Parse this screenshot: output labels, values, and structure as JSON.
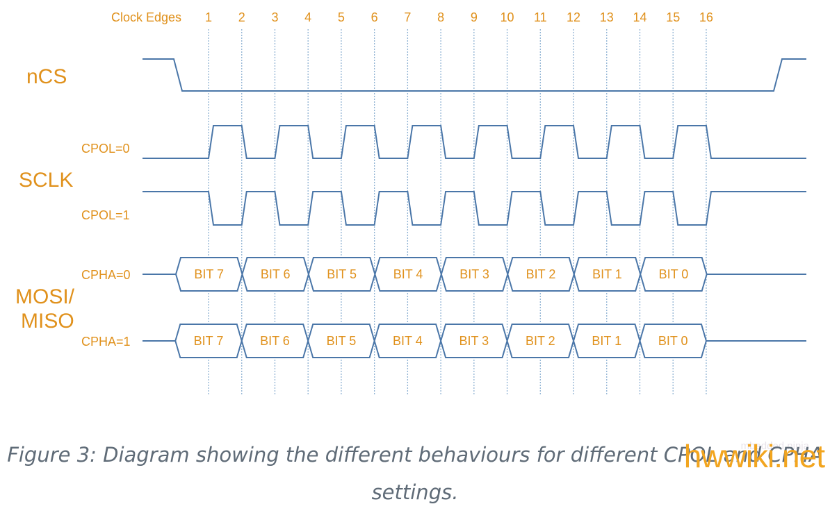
{
  "timing": {
    "clock_edges_label": "Clock Edges",
    "edge_numbers": [
      "1",
      "2",
      "3",
      "4",
      "5",
      "6",
      "7",
      "8",
      "9",
      "10",
      "11",
      "12",
      "13",
      "14",
      "15",
      "16"
    ],
    "signals": {
      "ncs": "nCS",
      "sclk": "SCLK",
      "mosi_miso_line1": "MOSI/",
      "mosi_miso_line2": "MISO"
    },
    "rows": {
      "cpol0": "CPOL=0",
      "cpol1": "CPOL=1",
      "cpha0": "CPHA=0",
      "cpha1": "CPHA=1"
    },
    "bits": [
      "BIT 7",
      "BIT 6",
      "BIT 5",
      "BIT 4",
      "BIT 3",
      "BIT 2",
      "BIT 1",
      "BIT 0"
    ]
  },
  "caption": {
    "line1": "Figure 3: Diagram showing the different behaviours for different CPOL and CPHA",
    "line2": "settings."
  },
  "watermarks": {
    "source": "mbedded.ninja",
    "site": "hwwiki.net"
  },
  "colors": {
    "wave": "#4a76a8",
    "label": "#e0911c",
    "guide": "#8fb2d3"
  }
}
